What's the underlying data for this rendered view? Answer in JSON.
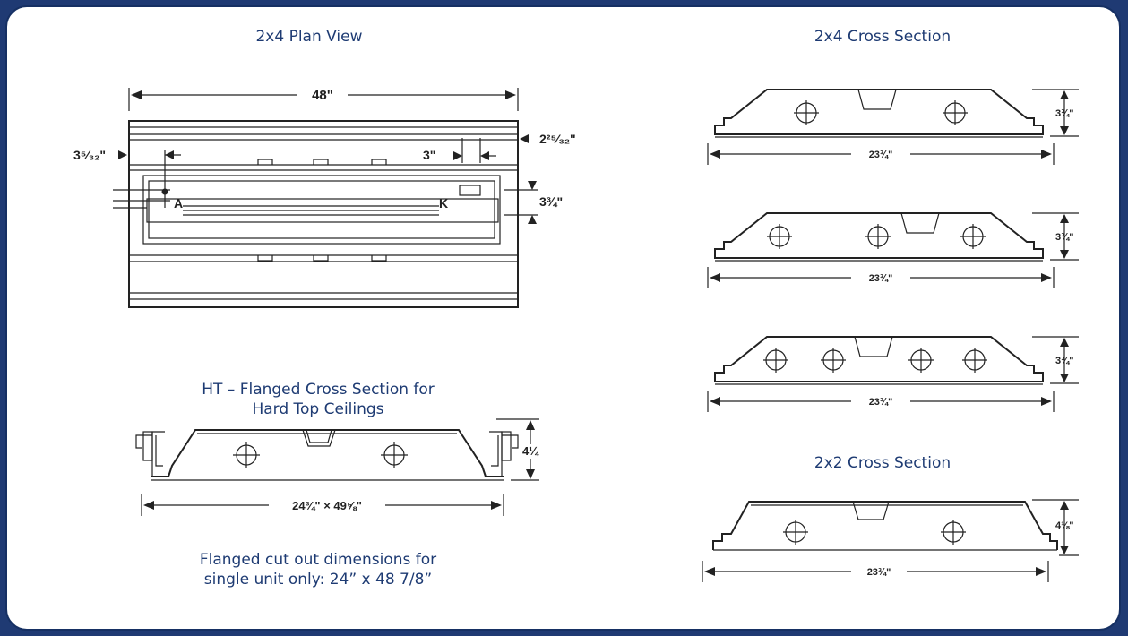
{
  "panel": {
    "accent_color": "#1e3b73",
    "border_color": "#1f3a73"
  },
  "plan_view": {
    "title": "2x4 Plan View",
    "dim_width": "48\"",
    "dim_left_offset": "3⁵⁄₃₂\"",
    "dim_edge": "2²⁵⁄₃₂\"",
    "dim_3": "3\"",
    "dim_depth": "3¾\"",
    "label_a": "A",
    "label_k": "K"
  },
  "flanged": {
    "title_line1": "HT – Flanged Cross Section for",
    "title_line2": "Hard Top Ceilings",
    "dim_height": "4¼",
    "dim_width": "24¾\" × 49⅝\"",
    "note_line1": "Flanged cut out dimensions for",
    "note_line2": "single unit only: 24” x 48 7/8”"
  },
  "cross_section_2x4": {
    "title": "2x4 Cross Section",
    "sections": [
      {
        "lamps": 2,
        "dim_width": "23¾\"",
        "dim_height": "3¾\""
      },
      {
        "lamps": 3,
        "dim_width": "23¾\"",
        "dim_height": "3¾\""
      },
      {
        "lamps": 4,
        "dim_width": "23¾\"",
        "dim_height": "3¾\""
      }
    ]
  },
  "cross_section_2x2": {
    "title": "2x2 Cross Section",
    "dim_width": "23¾\"",
    "dim_height": "4⅛\""
  }
}
